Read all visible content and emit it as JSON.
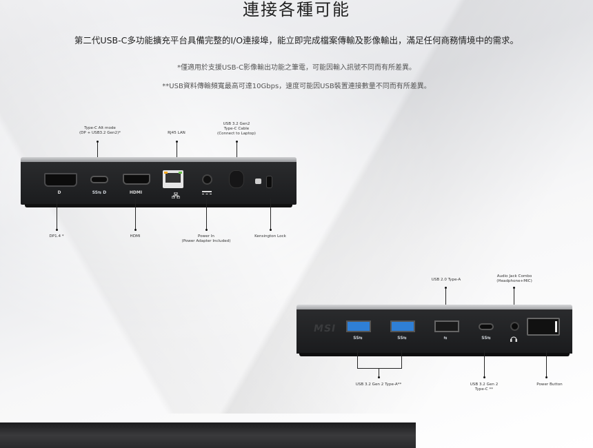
{
  "header": {
    "title": "連接各種可能",
    "subtitle": "第二代USB-C多功能擴充平台具備完整的I/O連接埠，能立即完成檔案傳輸及影像輸出，滿足任何商務情境中的需求。",
    "note1": "*僅適用於支援USB-C影像輸出功能之筆電，可能因輸入訊號不同而有所差異。",
    "note2": "**USB資料傳輸頻寬最高可達10Gbps，速度可能因USB裝置連接數量不同而有所差異。"
  },
  "front_dock": {
    "labels": {
      "typec_alt_line1": "Type-C Alt mode",
      "typec_alt_line2": "(DP + USB3.2 Gen2)*",
      "rj45": "RJ45 LAN",
      "usb_cable_line1": "USB 3.2 Gen2",
      "usb_cable_line2": "Type-C Cable",
      "usb_cable_line3": "(Connect to Laptop)",
      "dp": "DP1.4 *",
      "hdmi": "HDMI",
      "power_in_line1": "Power In",
      "power_in_line2": "(Power Adapter Included)",
      "kensington": "Kensington Lock"
    },
    "port_glyphs": {
      "dp": "D",
      "usbc": "SS⇆ D",
      "hdmi": "HDMI"
    }
  },
  "back_dock": {
    "labels": {
      "usb20": "USB 2.0 Type-A",
      "audio_line1": "Audio Jack Combo",
      "audio_line2": "(Headphone+MIC)",
      "usb32a": "USB 3.2 Gen 2 Type-A**",
      "usb32c_line1": "USB 3.2 Gen 2",
      "usb32c_line2": "Type-C **",
      "power_button": "Power Button"
    },
    "port_glyphs": {
      "ss": "SS⇆",
      "usb": "⇆",
      "logo": "MSI"
    }
  },
  "colors": {
    "usb3_blue": "#2f7fd6",
    "dock_body": "#222325",
    "text": "#222222"
  }
}
